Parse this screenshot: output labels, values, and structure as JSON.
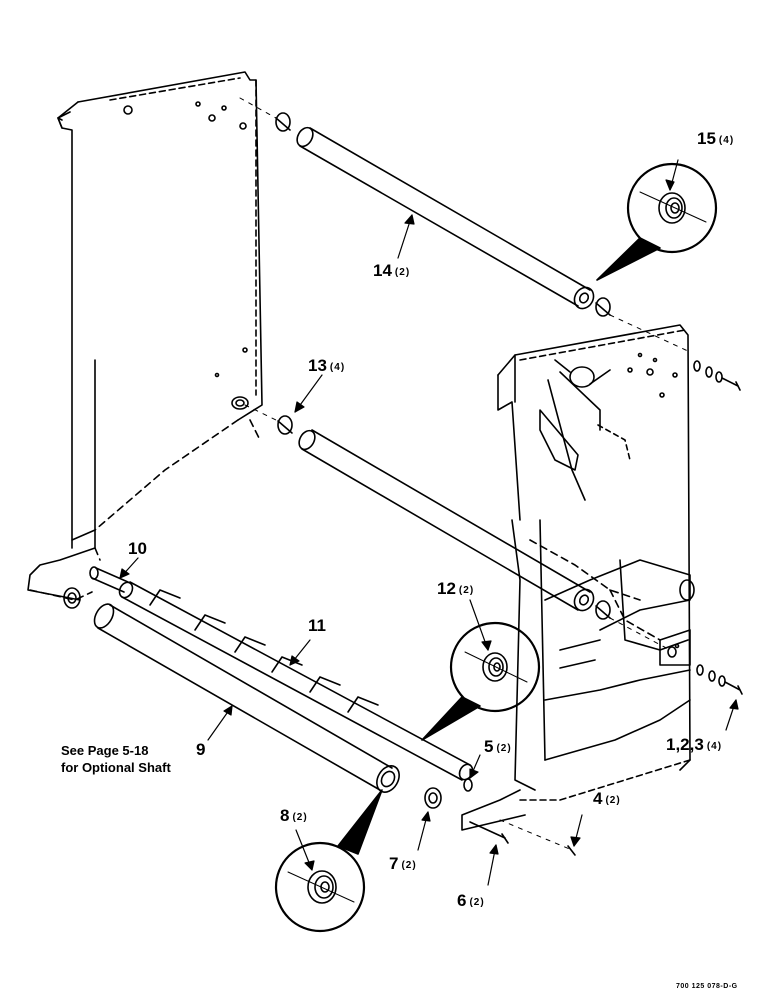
{
  "callouts": [
    {
      "id": "c15",
      "num": "15",
      "qty": "(4)"
    },
    {
      "id": "c14",
      "num": "14",
      "qty": "(2)"
    },
    {
      "id": "c13",
      "num": "13",
      "qty": "(4)"
    },
    {
      "id": "c10",
      "num": "10",
      "qty": ""
    },
    {
      "id": "c11",
      "num": "11",
      "qty": ""
    },
    {
      "id": "c12",
      "num": "12",
      "qty": "(2)"
    },
    {
      "id": "c9",
      "num": "9",
      "qty": ""
    },
    {
      "id": "c5",
      "num": "5",
      "qty": "(2)"
    },
    {
      "id": "c123",
      "num": "1,2,3",
      "qty": "(4)"
    },
    {
      "id": "c4",
      "num": "4",
      "qty": "(2)"
    },
    {
      "id": "c8",
      "num": "8",
      "qty": "(2)"
    },
    {
      "id": "c7",
      "num": "7",
      "qty": "(2)"
    },
    {
      "id": "c6",
      "num": "6",
      "qty": "(2)"
    }
  ],
  "note": {
    "line1": "See Page 5-18",
    "line2": "for Optional Shaft"
  },
  "drawing_ref": "700 125 078-D-G"
}
